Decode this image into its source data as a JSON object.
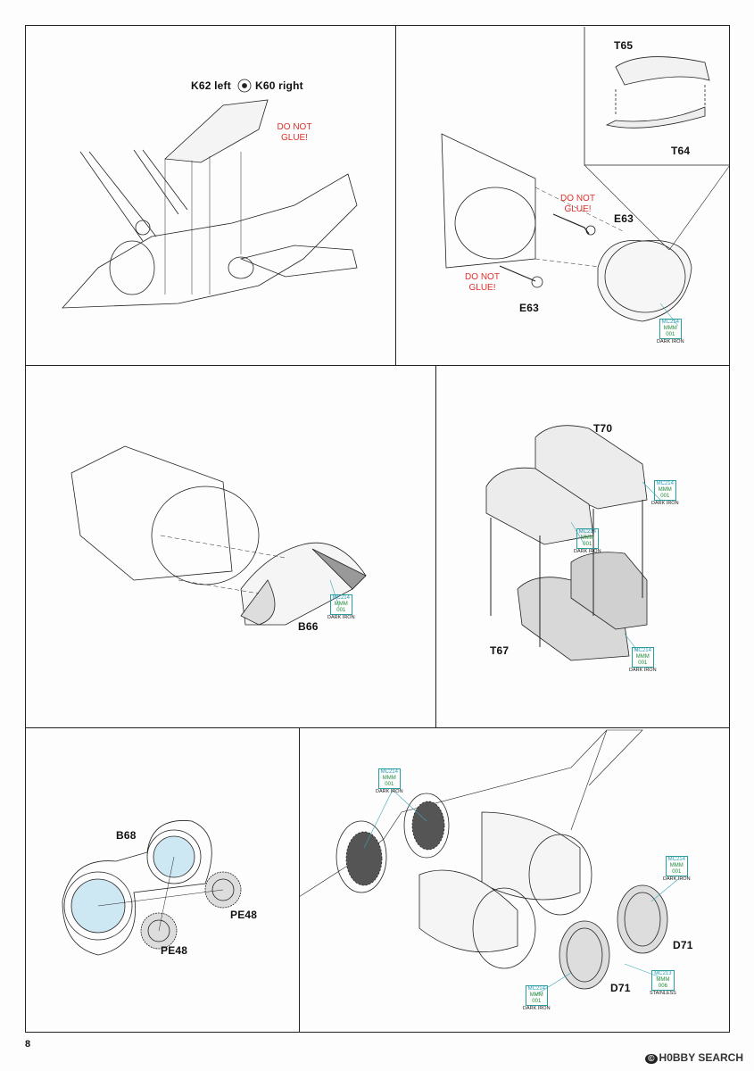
{
  "page_number": "8",
  "watermark": {
    "icon": "hobby-search-logo-icon",
    "text": "H0BBY SEARCH"
  },
  "step1": {
    "header_left": "K62 left",
    "header_right": "K60 right",
    "note": "DO NOT GLUE!"
  },
  "step2": {
    "inset_top": "T65",
    "inset_bottom": "T64",
    "note_top": "DO NOT GLUE!",
    "part_top": "E63",
    "note_bottom": "DO NOT GLUE!",
    "part_bottom": "E63",
    "paint": {
      "code": "MC214",
      "brand": "MMM",
      "num": "001",
      "name": "DARK IRON"
    }
  },
  "step3": {
    "part": "B66",
    "paint": {
      "code": "MC214",
      "brand": "MMM",
      "num": "001",
      "name": "DARK IRON"
    }
  },
  "step4": {
    "part_top": "T70",
    "part_bottom": "T67",
    "paint1": {
      "code": "MC214",
      "brand": "MMM",
      "num": "001",
      "name": "DARK IRON"
    },
    "paint2": {
      "code": "MC214",
      "brand": "MMM",
      "num": "001",
      "name": "DARK IRON"
    },
    "paint3": {
      "code": "MC214",
      "brand": "MMM",
      "num": "001",
      "name": "DARK IRON"
    }
  },
  "step5": {
    "part_wheel": "B68",
    "part_pe_1": "PE48",
    "part_pe_2": "PE48"
  },
  "step6": {
    "part_1": "D71",
    "part_2": "D71",
    "paint_top": {
      "code": "MC214",
      "brand": "MMM",
      "num": "001",
      "name": "DARK IRON"
    },
    "paint_right": {
      "code": "MC214",
      "brand": "MMM",
      "num": "001",
      "name": "DARK IRON"
    },
    "paint_stainless": {
      "code": "MC213",
      "brand": "MMM",
      "num": "006",
      "name": "STAINLESS"
    },
    "paint_bottom": {
      "code": "MC214",
      "brand": "MMM",
      "num": "001",
      "name": "DARK IRON"
    }
  }
}
